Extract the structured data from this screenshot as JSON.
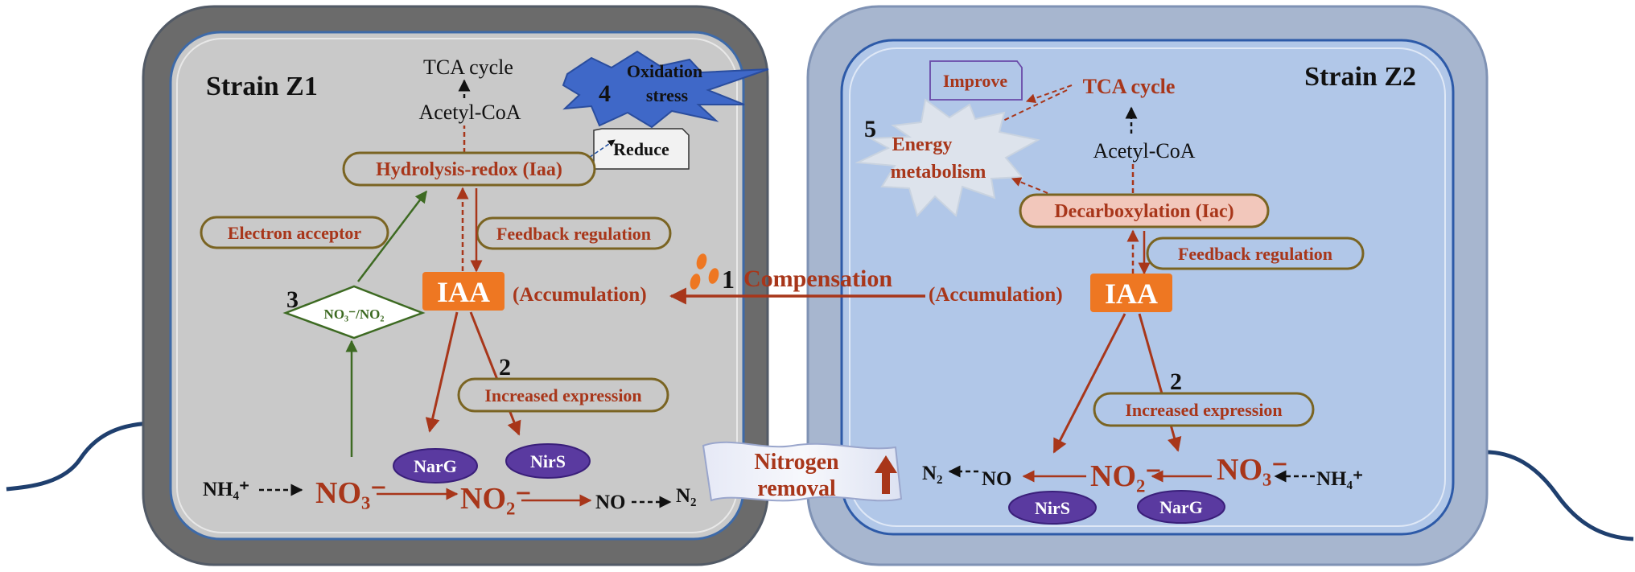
{
  "colors": {
    "z1_outer": "#6b6b6b",
    "z1_inner": "#c9c9c9",
    "z2_outer": "#a7b6cf",
    "z2_inner": "#b1c7e8",
    "accent_red": "#a8361a",
    "iaa_orange": "#ee7722",
    "enzyme_purple": "#5a3aa0",
    "green_arrow": "#3d6a22",
    "oval_border": "#7a6422",
    "stress_blue": "#3f68c8"
  },
  "z1": {
    "title": "Strain Z1",
    "tca": "TCA cycle",
    "acetyl": "Acetyl-CoA",
    "hydrolysis": "Hydrolysis-redox (Iaa)",
    "reduce": "Reduce",
    "oxidation_line1": "Oxidation",
    "oxidation_line2": "stress",
    "num4": "4",
    "electron": "Electron acceptor",
    "feedback": "Feedback regulation",
    "iaa": "IAA",
    "accumulation": "(Accumulation)",
    "num3": "3",
    "diamond_label": "NO₃⁻/NO₂",
    "num2": "2",
    "increased": "Increased expression",
    "narg": "NarG",
    "nirs": "NirS",
    "nh4": "NH₄⁺",
    "no3": "NO₃⁻",
    "no2": "NO₂⁻",
    "no": "NO",
    "n2": "N₂"
  },
  "middle": {
    "num1": "1",
    "compensation": "Compensation",
    "nitrogen_line1": "Nitrogen",
    "nitrogen_line2": "removal"
  },
  "z2": {
    "title": "Strain Z2",
    "improve": "Improve",
    "tca": "TCA cycle",
    "acetyl": "Acetyl-CoA",
    "num5": "5",
    "energy_line1": "Energy",
    "energy_line2": "metabolism",
    "decarb": "Decarboxylation (Iac)",
    "feedback": "Feedback regulation",
    "accumulation": "(Accumulation)",
    "iaa": "IAA",
    "num2": "2",
    "increased": "Increased expression",
    "n2": "N₂",
    "no": "NO",
    "no2": "NO₂⁻",
    "no3": "NO₃⁻",
    "nh4": "NH₄⁺",
    "nirs": "NirS",
    "narg": "NarG"
  }
}
